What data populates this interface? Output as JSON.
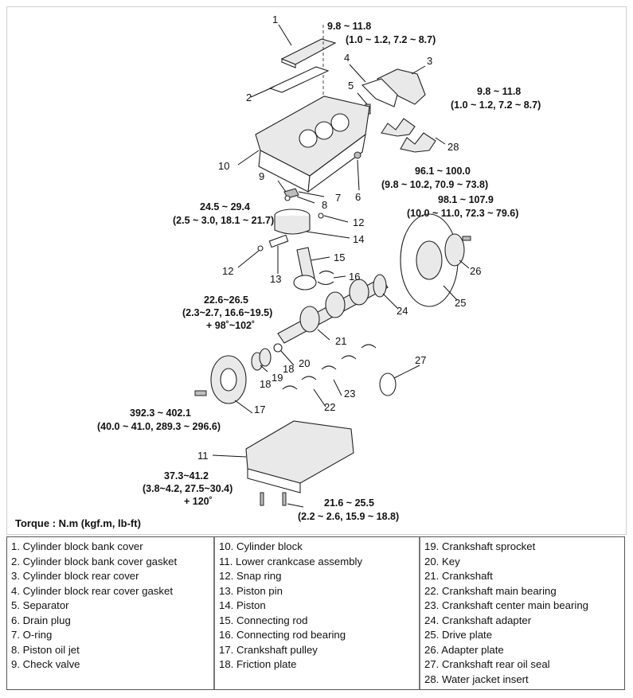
{
  "torque_title": "Torque : N.m (kgf.m, lb-ft)",
  "torque_specs": {
    "t1": [
      "9.8 ~ 11.8",
      "(1.0 ~ 1.2, 7.2 ~ 8.7)"
    ],
    "t2": [
      "9.8 ~ 11.8",
      "(1.0 ~ 1.2, 7.2 ~ 8.7)"
    ],
    "t3": [
      "96.1 ~ 100.0",
      "(9.8 ~ 10.2, 70.9 ~ 73.8)"
    ],
    "t4": [
      "24.5 ~ 29.4",
      "(2.5 ~ 3.0, 18.1 ~ 21.7)"
    ],
    "t5": [
      "98.1 ~ 107.9",
      "(10.0 ~ 11.0, 72.3 ~ 79.6)"
    ],
    "t6": [
      "22.6~26.5",
      "(2.3~2.7, 16.6~19.5)",
      "+ 98˚~102˚"
    ],
    "t7": [
      "392.3 ~ 402.1",
      "(40.0 ~ 41.0, 289.3 ~ 296.6)"
    ],
    "t8": [
      "37.3~41.2",
      "(3.8~4.2, 27.5~30.4)",
      "+ 120˚"
    ],
    "t9": [
      "21.6 ~ 25.5",
      "(2.2 ~ 2.6, 15.9 ~ 18.8)"
    ]
  },
  "callouts": [
    "1",
    "2",
    "3",
    "4",
    "5",
    "6",
    "7",
    "8",
    "9",
    "10",
    "11",
    "12",
    "12",
    "13",
    "14",
    "15",
    "16",
    "17",
    "18",
    "18",
    "19",
    "20",
    "21",
    "22",
    "23",
    "24",
    "25",
    "26",
    "27",
    "28"
  ],
  "legend": {
    "col1": [
      "1. Cylinder block bank cover",
      "2. Cylinder block bank cover gasket",
      "3. Cylinder block rear cover",
      "4. Cylinder block rear cover gasket",
      "5. Separator",
      "6. Drain plug",
      "7. O-ring",
      "8. Piston oil jet",
      "9. Check valve"
    ],
    "col2": [
      "10. Cylinder block",
      "11. Lower crankcase assembly",
      "12. Snap ring",
      "13. Piston pin",
      "14. Piston",
      "15. Connecting rod",
      "16. Connecting rod bearing",
      "17. Crankshaft pulley",
      "18. Friction plate"
    ],
    "col3": [
      "19. Crankshaft sprocket",
      "20. Key",
      "21. Crankshaft",
      "22. Crankshaft main bearing",
      "23. Crankshaft center main bearing",
      "24. Crankshaft adapter",
      "25. Drive plate",
      "26. Adapter plate",
      "27. Crankshaft rear oil seal",
      "28. Water jacket insert"
    ]
  }
}
